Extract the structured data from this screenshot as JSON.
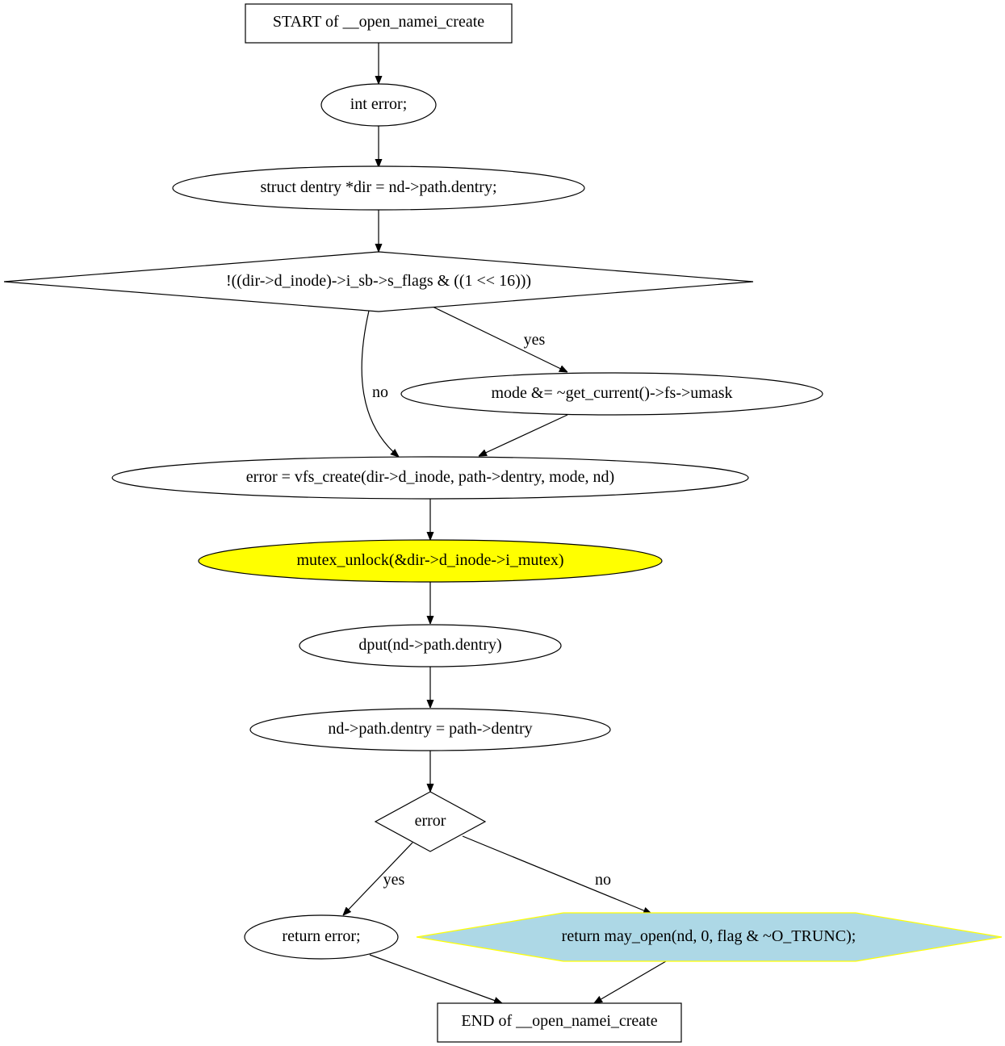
{
  "nodes": {
    "start": "START of __open_namei_create",
    "decl_error": "int error;",
    "decl_dir": "struct dentry *dir = nd->path.dentry;",
    "cond_flags": "!((dir->d_inode)->i_sb->s_flags & ((1 << 16)))",
    "mode_umask": "mode &= ~get_current()->fs->umask",
    "vfs_create": "error = vfs_create(dir->d_inode, path->dentry, mode, nd)",
    "mutex_unlock": "mutex_unlock(&dir->d_inode->i_mutex)",
    "dput": "dput(nd->path.dentry)",
    "assign_dentry": "nd->path.dentry = path->dentry",
    "cond_error": "error",
    "return_error": "return error;",
    "return_may_open": "return may_open(nd, 0, flag & ~O_TRUNC);",
    "end": "END of __open_namei_create"
  },
  "edges": {
    "flags_yes": "yes",
    "flags_no": "no",
    "error_yes": "yes",
    "error_no": "no"
  },
  "colors": {
    "highlight_fill": "#ffff00",
    "return_fill": "#add8e6",
    "return_stroke": "#ffff00"
  }
}
